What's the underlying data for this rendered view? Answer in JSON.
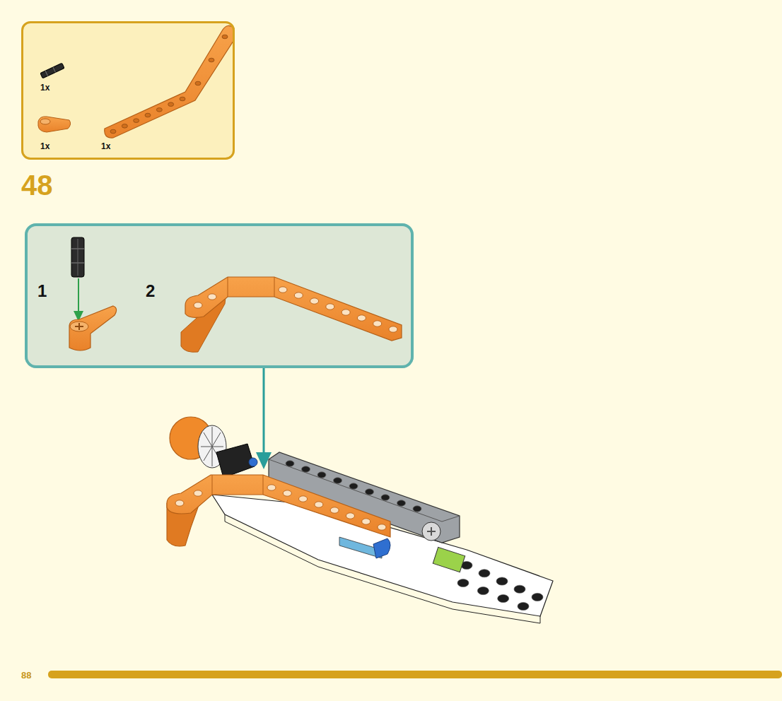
{
  "diagram": {
    "nodes": [
      {
        "text": [
          "1x",
          "1x",
          "1x"
        ]
      },
      {
        "text": [
          "1",
          "2"
        ]
      }
    ],
    "labels": [
      "48",
      "88"
    ]
  }
}
